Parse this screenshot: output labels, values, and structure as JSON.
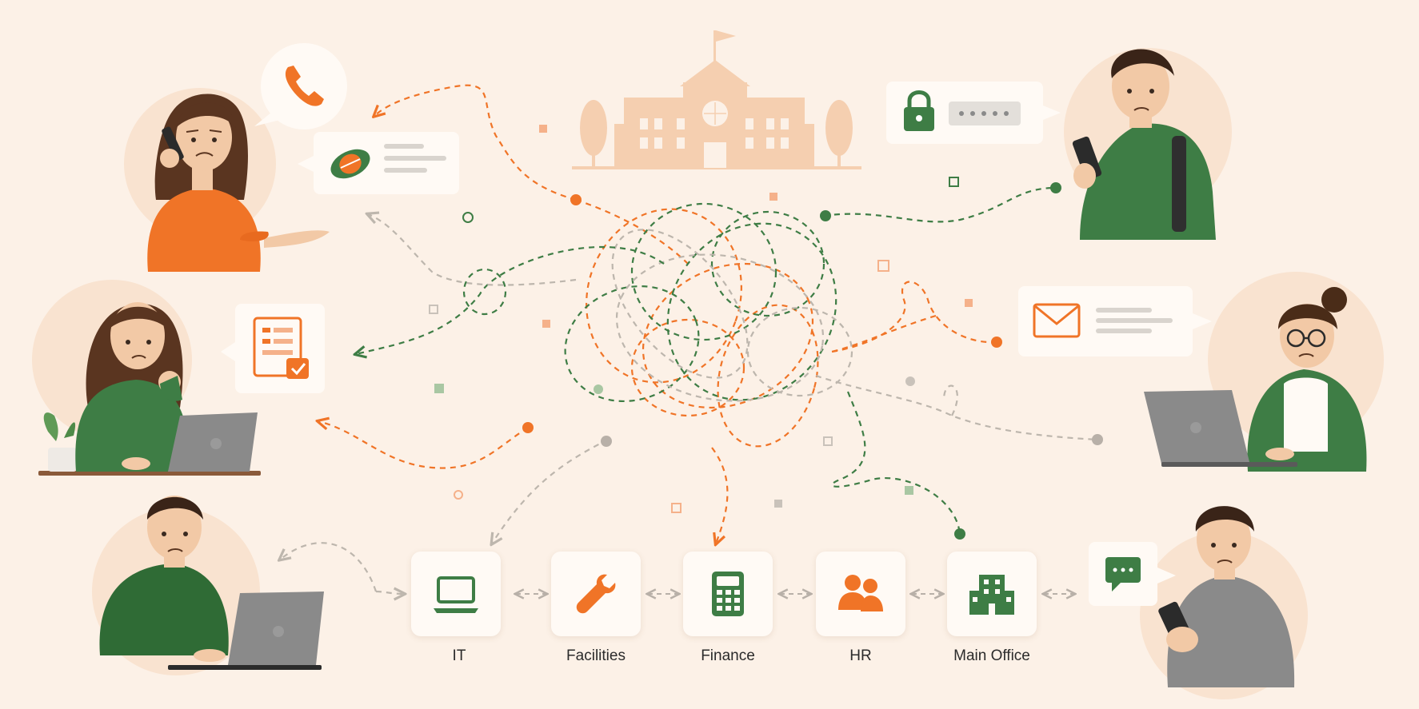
{
  "departments": [
    {
      "id": "it",
      "label": "IT",
      "icon": "laptop-icon"
    },
    {
      "id": "facilities",
      "label": "Facilities",
      "icon": "wrench-icon"
    },
    {
      "id": "finance",
      "label": "Finance",
      "icon": "calculator-icon"
    },
    {
      "id": "hr",
      "label": "HR",
      "icon": "people-icon"
    },
    {
      "id": "main-office",
      "label": "Main Office",
      "icon": "building-icon"
    }
  ],
  "people": [
    {
      "id": "caller-woman",
      "icon": "phone-icon"
    },
    {
      "id": "laptop-woman",
      "icon": "form-checklist-icon"
    },
    {
      "id": "laptop-man",
      "icon": "none"
    },
    {
      "id": "student-backpack",
      "icon": "lock-icon"
    },
    {
      "id": "glasses-woman",
      "icon": "envelope-icon"
    },
    {
      "id": "phone-man",
      "icon": "chat-icon"
    }
  ],
  "colors": {
    "orange": "#f07427",
    "green": "#3e7d45",
    "grey": "#bdb6ad",
    "background": "#fcf1e7",
    "school": "#f5cfb0"
  }
}
